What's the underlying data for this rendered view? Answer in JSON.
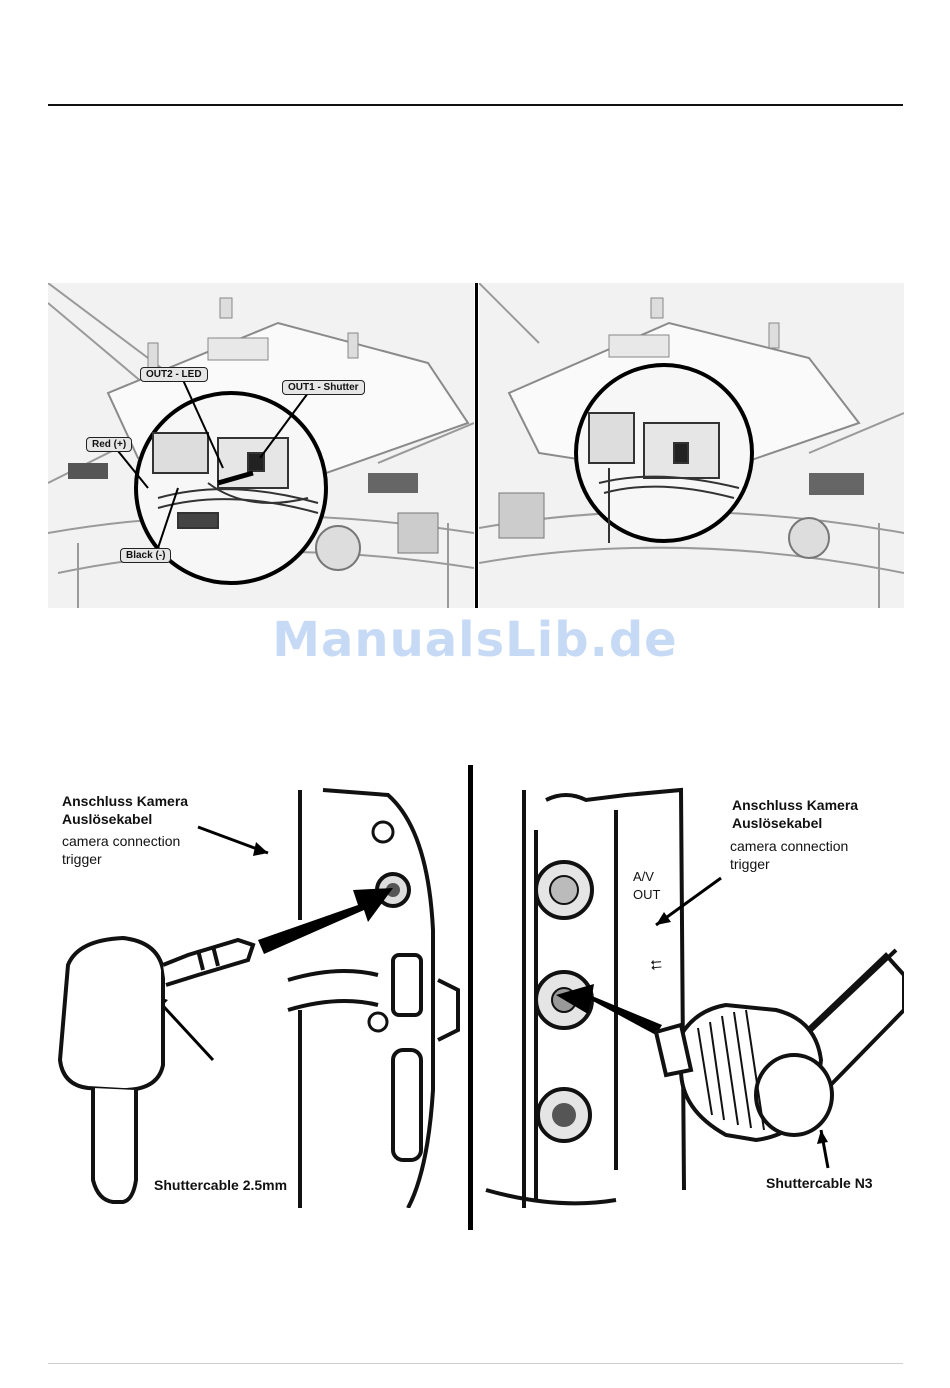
{
  "watermark": "ManualsLib.de",
  "figure_top": {
    "labels": {
      "out2": "OUT2 - LED",
      "out1": "OUT1 - Shutter",
      "red": "Red (+)",
      "black": "Black (-)"
    }
  },
  "figure_bottom_left": {
    "heading_line1": "Anschluss Kamera",
    "heading_line2": "Auslösekabel",
    "sub_line1": "camera connection",
    "sub_line2": "trigger",
    "caption": "Shuttercable 2.5mm"
  },
  "figure_bottom_right": {
    "heading_line1": "Anschluss Kamera",
    "heading_line2": "Auslösekabel",
    "sub_line1": "camera connection",
    "sub_line2": "trigger",
    "caption": "Shuttercable N3",
    "port_label_line1": "A/V",
    "port_label_line2": "OUT"
  }
}
